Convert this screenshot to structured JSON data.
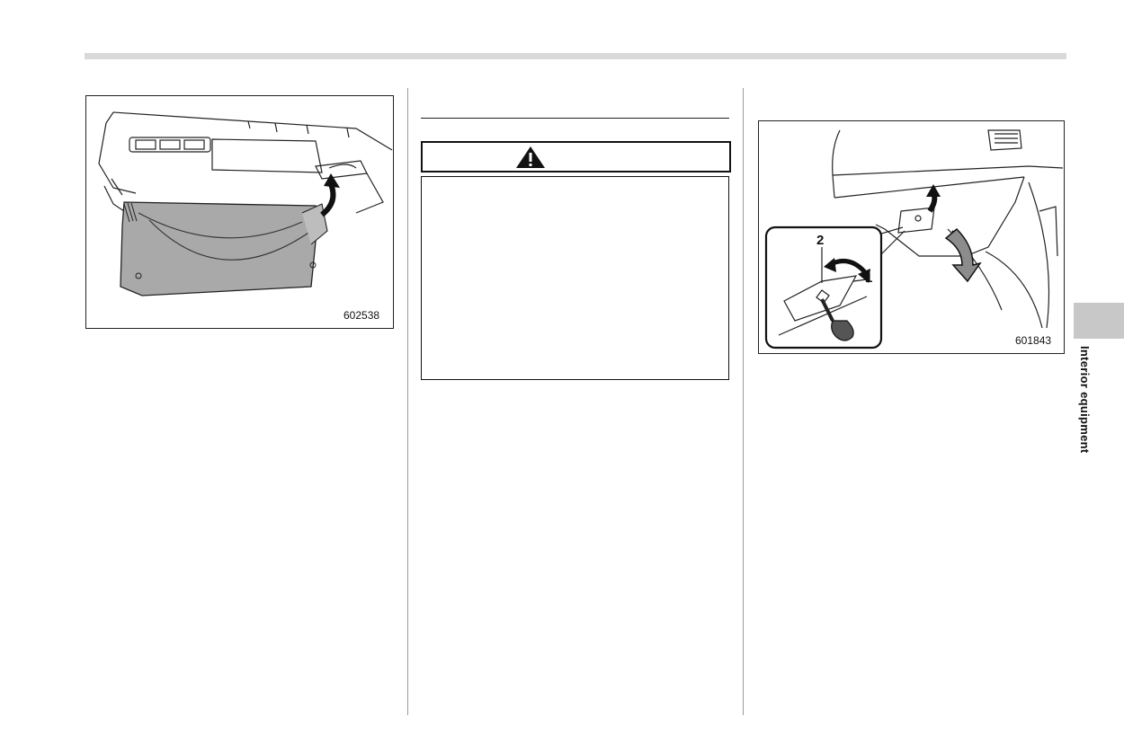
{
  "figures": {
    "left": {
      "code": "602538"
    },
    "right": {
      "code": "601843",
      "callouts": [
        "2",
        "1"
      ]
    }
  },
  "warning": {
    "label": ""
  },
  "side_tab": {
    "label": "Interior equipment"
  }
}
